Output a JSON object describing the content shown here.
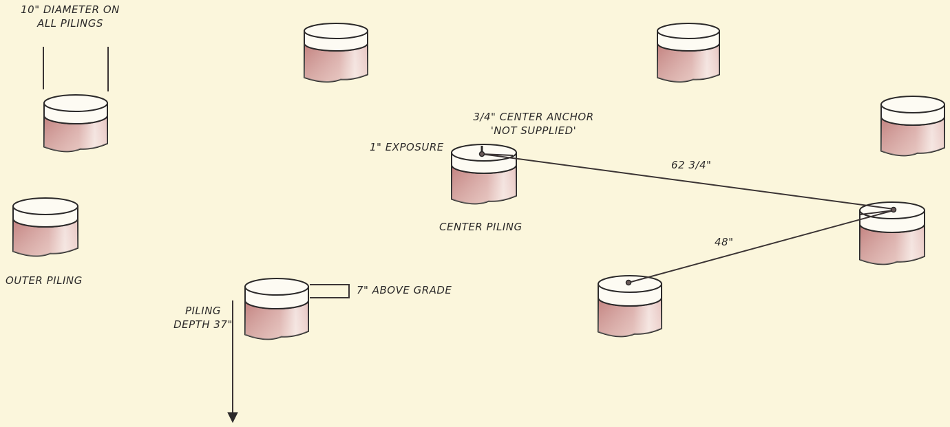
{
  "colors": {
    "background": "#fbf6dc",
    "ink": "#2c2a2a",
    "piling_side": "#c98e8a",
    "piling_top": "#fdfbf3"
  },
  "labels": {
    "diameter_line1": "10\" DIAMETER ON",
    "diameter_line2": "ALL PILINGS",
    "outer_piling": "OUTER PILING",
    "piling_depth_line1": "PILING",
    "piling_depth_line2": "DEPTH 37\"",
    "above_grade": "7\" ABOVE GRADE",
    "center_anchor_line1": "3/4\" CENTER ANCHOR",
    "center_anchor_line2": "'NOT SUPPLIED'",
    "exposure": "1\" EXPOSURE",
    "center_piling": "CENTER PILING",
    "dimension_long": "62  3/4\"",
    "dimension_short": "48\""
  }
}
